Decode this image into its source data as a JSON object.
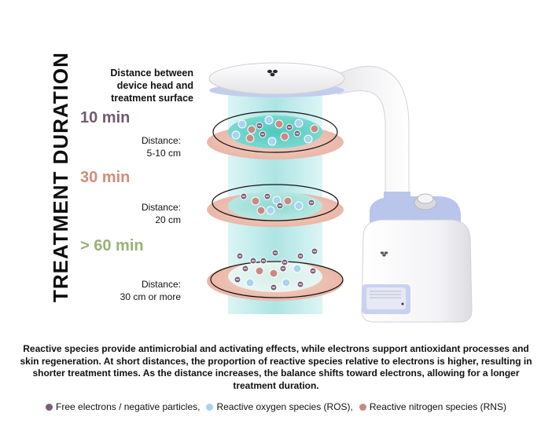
{
  "title": "TREATMENT DURATION",
  "header_label": "Distance between device head and treatment surface",
  "levels": [
    {
      "time": "10 min",
      "distance_label": "Distance:",
      "distance_value": "5-10 cm",
      "color": "#735a70"
    },
    {
      "time": "30 min",
      "distance_label": "Distance:",
      "distance_value": "20 cm",
      "color": "#d48c78"
    },
    {
      "time": "> 60 min",
      "distance_label": "Distance:",
      "distance_value": "30 cm or more",
      "color": "#98b275"
    }
  ],
  "description": "Reactive species provide antimicrobial and activating effects, while electrons support antioxidant processes and skin regeneration. At short distances, the proportion of reactive species relative to electrons is higher, resulting in shorter treatment times. As the distance increases, the balance shifts toward electrons, allowing for a longer treatment duration.",
  "legend": [
    {
      "label": "Free electrons / negative particles,",
      "color": "#7b5f76",
      "icon": "electron-minus-dot"
    },
    {
      "label": "Reactive oxygen species (ROS),",
      "color": "#a9d3ee",
      "icon": "ros-dot"
    },
    {
      "label": "Reactive nitrogen species (RNS)",
      "color": "#c98a84",
      "icon": "rns-dot"
    }
  ],
  "colors": {
    "beam": "#8fd8d8",
    "surface": "#efc0b2",
    "device_white": "#f3f3f5",
    "device_accent": "#b9c5ea"
  }
}
